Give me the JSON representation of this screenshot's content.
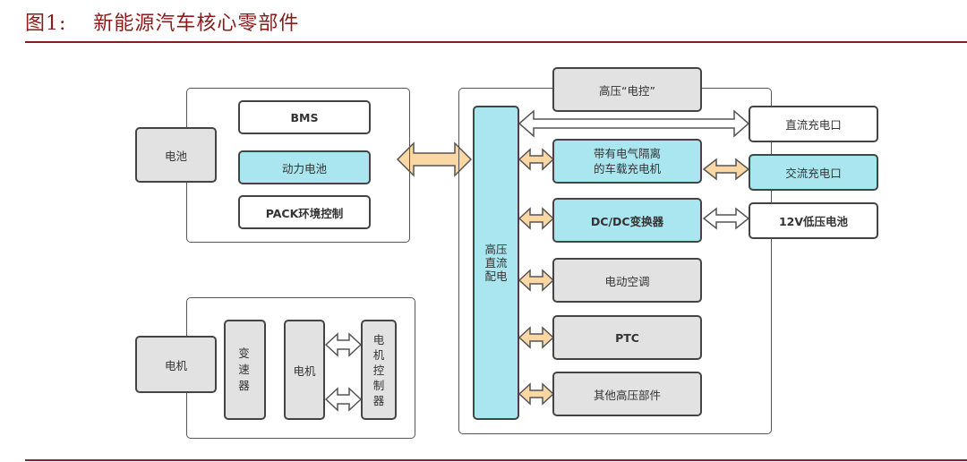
{
  "header": {
    "figure_number": "图1:",
    "title": "新能源汽车核心零部件"
  },
  "colors": {
    "title_red": "#8b1a1a",
    "box_gray": "#e2e2e2",
    "box_cyan": "#a9e6ef",
    "arrow_orange": "#fbd7a4",
    "border": "#444444"
  },
  "battery_group": {
    "label": "电池",
    "components": [
      "BMS",
      "动力电池",
      "PACK环境控制"
    ]
  },
  "motor_group": {
    "label": "电机",
    "components": [
      "变速器",
      "电机",
      "电机控制器"
    ]
  },
  "hv_group": {
    "label": "高压“电控”",
    "distribution": "高压直流配电",
    "components": [
      "带有电气隔离的车载充电机",
      "DC/DC变换器",
      "电动空调",
      "PTC",
      "其他高压部件"
    ],
    "charger_line1": "带有电气隔离",
    "charger_line2": "的车载充电机",
    "external": [
      "直流充电口",
      "交流充电口",
      "12V低压电池"
    ]
  }
}
